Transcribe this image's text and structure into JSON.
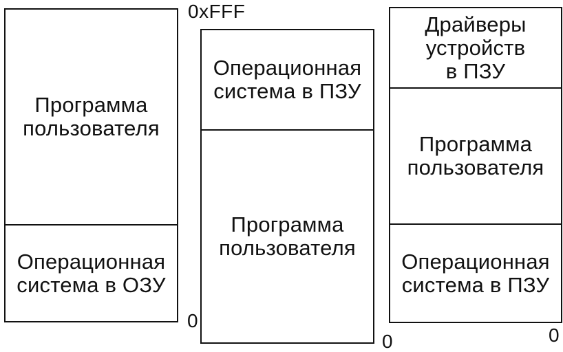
{
  "address_labels": {
    "top": "0xFFF",
    "bottom_col2_left": "0",
    "bottom_col2_right": "0",
    "bottom_col3": "0"
  },
  "columns": [
    {
      "segments": [
        {
          "text": "Программа\nпользователя"
        },
        {
          "text": "Операционная\nсистема в ОЗУ"
        }
      ]
    },
    {
      "segments": [
        {
          "text": "Операционная\nсистема в ПЗУ"
        },
        {
          "text": "Программа\nпользователя"
        }
      ]
    },
    {
      "segments": [
        {
          "text": "Драйверы\nустройств\nв ПЗУ"
        },
        {
          "text": "Программа\nпользователя"
        },
        {
          "text": "Операционная\nсистема в ПЗУ"
        }
      ]
    }
  ],
  "colors": {
    "line": "#111111",
    "background": "#ffffff"
  }
}
